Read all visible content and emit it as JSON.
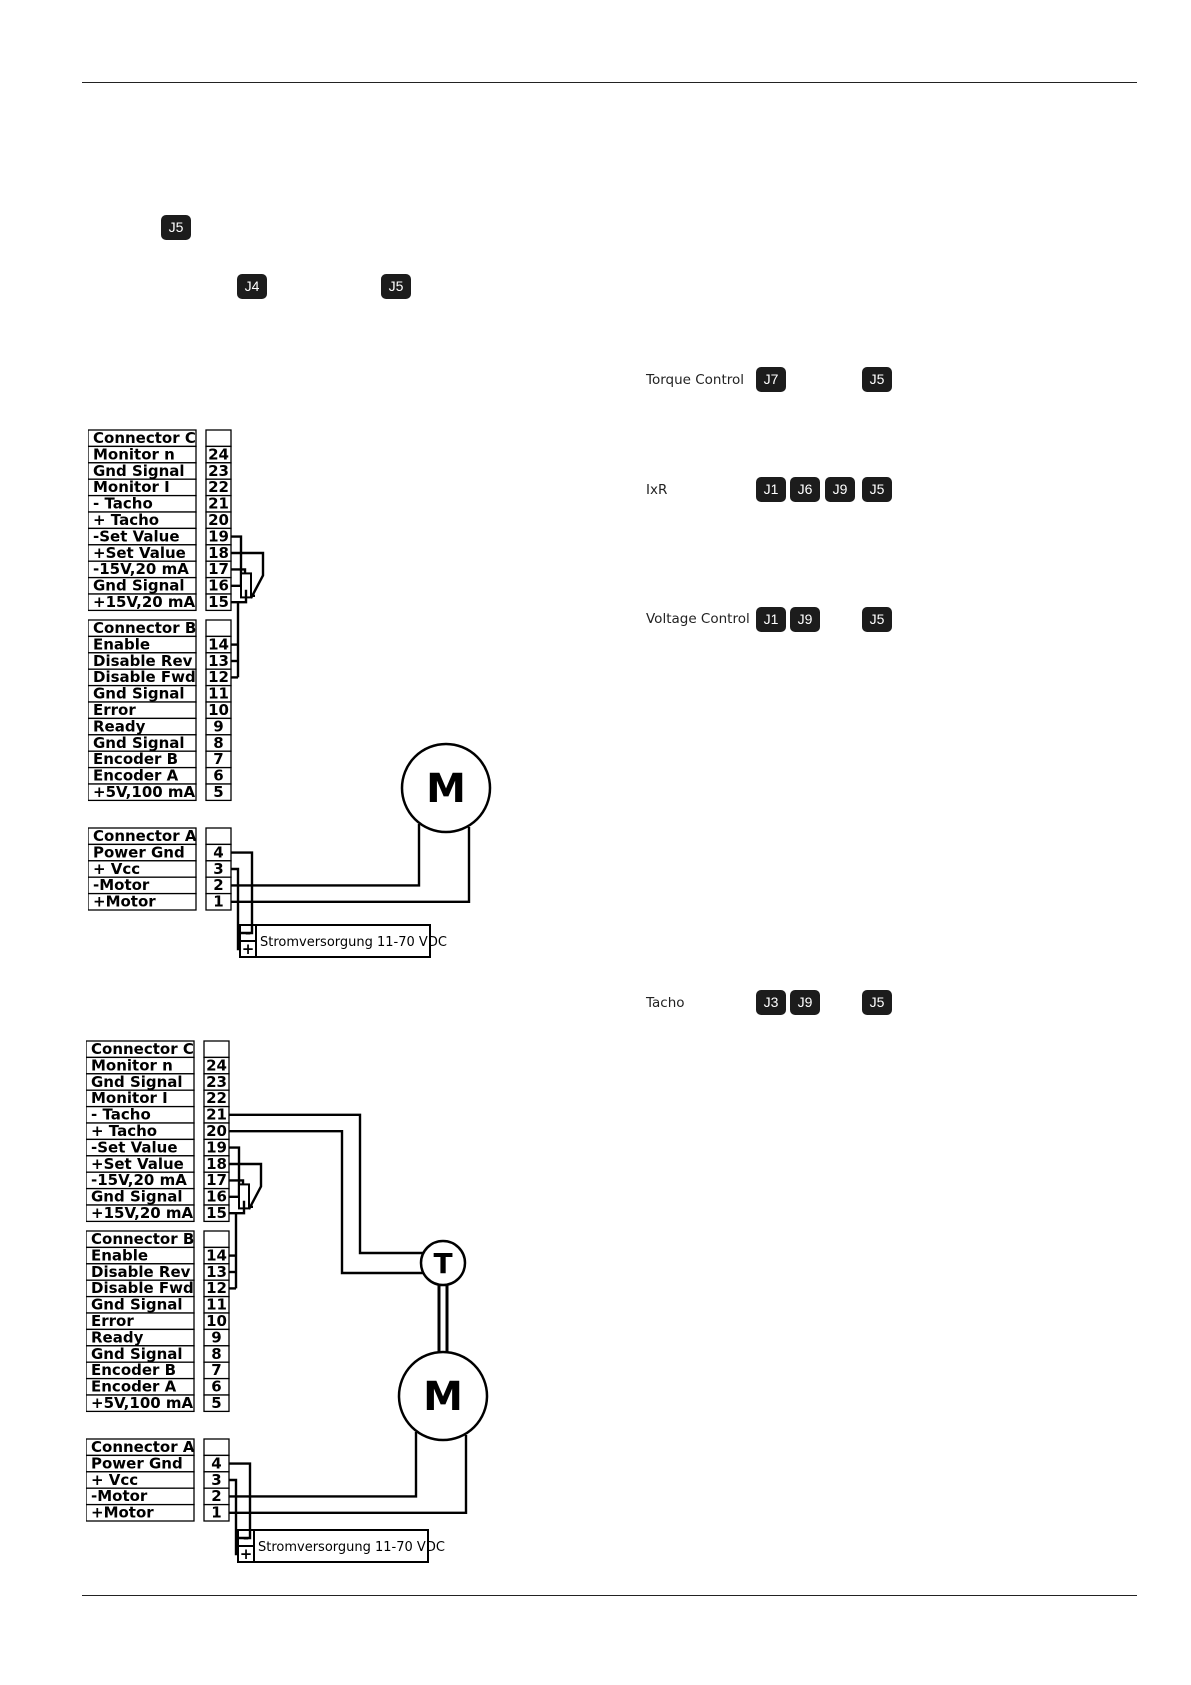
{
  "jumpers": {
    "top_j5": "J5",
    "top_j4": "J4",
    "top_j5_b": "J5"
  },
  "modes": [
    {
      "label": "Torque Control",
      "jumpers": [
        "J7"
      ],
      "extra": "J5"
    },
    {
      "label": "IxR",
      "jumpers": [
        "J1",
        "J6",
        "J9"
      ],
      "extra": "J5"
    },
    {
      "label": "Voltage Control",
      "jumpers": [
        "J1",
        "J9"
      ],
      "extra": "J5"
    },
    {
      "label": "Tacho",
      "jumpers": [
        "J3",
        "J9"
      ],
      "extra": "J5"
    }
  ],
  "diagram1": {
    "connector_c": {
      "header": "Connector C",
      "rows": [
        {
          "name": "Monitor n",
          "pin": "24"
        },
        {
          "name": "Gnd Signal",
          "pin": "23"
        },
        {
          "name": "Monitor I",
          "pin": "22"
        },
        {
          "name": "-  Tacho",
          "pin": "21"
        },
        {
          "name": "+ Tacho",
          "pin": "20"
        },
        {
          "name": "-Set Value",
          "pin": "19"
        },
        {
          "name": "+Set Value",
          "pin": "18"
        },
        {
          "name": "-15V,20 mA",
          "pin": "17"
        },
        {
          "name": "Gnd Signal",
          "pin": "16"
        },
        {
          "name": "+15V,20 mA",
          "pin": "15"
        }
      ]
    },
    "connector_b": {
      "header": "Connector B",
      "rows": [
        {
          "name": "Enable",
          "pin": "14"
        },
        {
          "name": "Disable Rev",
          "pin": "13"
        },
        {
          "name": "Disable Fwd",
          "pin": "12"
        },
        {
          "name": "Gnd Signal",
          "pin": "11"
        },
        {
          "name": "Error",
          "pin": "10"
        },
        {
          "name": "Ready",
          "pin": "9"
        },
        {
          "name": "Gnd Signal",
          "pin": "8"
        },
        {
          "name": "Encoder B",
          "pin": "7"
        },
        {
          "name": "Encoder A",
          "pin": "6"
        },
        {
          "name": "+5V,100 mA",
          "pin": "5"
        }
      ]
    },
    "connector_a": {
      "header": "Connector A",
      "rows": [
        {
          "name": "Power Gnd",
          "pin": "4"
        },
        {
          "name": "+ Vcc",
          "pin": "3"
        },
        {
          "name": "-Motor",
          "pin": "2"
        },
        {
          "name": "+Motor",
          "pin": "1"
        }
      ]
    },
    "motor": "M",
    "supply": {
      "label": "Stromversorgung 11-70 VDC",
      "minus": "-",
      "plus": "+"
    }
  },
  "diagram2": {
    "connector_c": {
      "header": "Connector C",
      "rows": [
        {
          "name": "Monitor n",
          "pin": "24"
        },
        {
          "name": "Gnd Signal",
          "pin": "23"
        },
        {
          "name": "Monitor I",
          "pin": "22"
        },
        {
          "name": "-  Tacho",
          "pin": "21"
        },
        {
          "name": "+ Tacho",
          "pin": "20"
        },
        {
          "name": "-Set Value",
          "pin": "19"
        },
        {
          "name": "+Set Value",
          "pin": "18"
        },
        {
          "name": "-15V,20 mA",
          "pin": "17"
        },
        {
          "name": "Gnd Signal",
          "pin": "16"
        },
        {
          "name": "+15V,20 mA",
          "pin": "15"
        }
      ]
    },
    "connector_b": {
      "header": "Connector B",
      "rows": [
        {
          "name": "Enable",
          "pin": "14"
        },
        {
          "name": "Disable Rev",
          "pin": "13"
        },
        {
          "name": "Disable Fwd",
          "pin": "12"
        },
        {
          "name": "Gnd Signal",
          "pin": "11"
        },
        {
          "name": "Error",
          "pin": "10"
        },
        {
          "name": "Ready",
          "pin": "9"
        },
        {
          "name": "Gnd Signal",
          "pin": "8"
        },
        {
          "name": "Encoder B",
          "pin": "7"
        },
        {
          "name": "Encoder A",
          "pin": "6"
        },
        {
          "name": "+5V,100 mA",
          "pin": "5"
        }
      ]
    },
    "connector_a": {
      "header": "Connector A",
      "rows": [
        {
          "name": "Power Gnd",
          "pin": "4"
        },
        {
          "name": "+ Vcc",
          "pin": "3"
        },
        {
          "name": "-Motor",
          "pin": "2"
        },
        {
          "name": "+Motor",
          "pin": "1"
        }
      ]
    },
    "motor": "M",
    "tacho": "T",
    "supply": {
      "label": "Stromversorgung 11-70 VDC",
      "minus": "-",
      "plus": "+"
    }
  }
}
